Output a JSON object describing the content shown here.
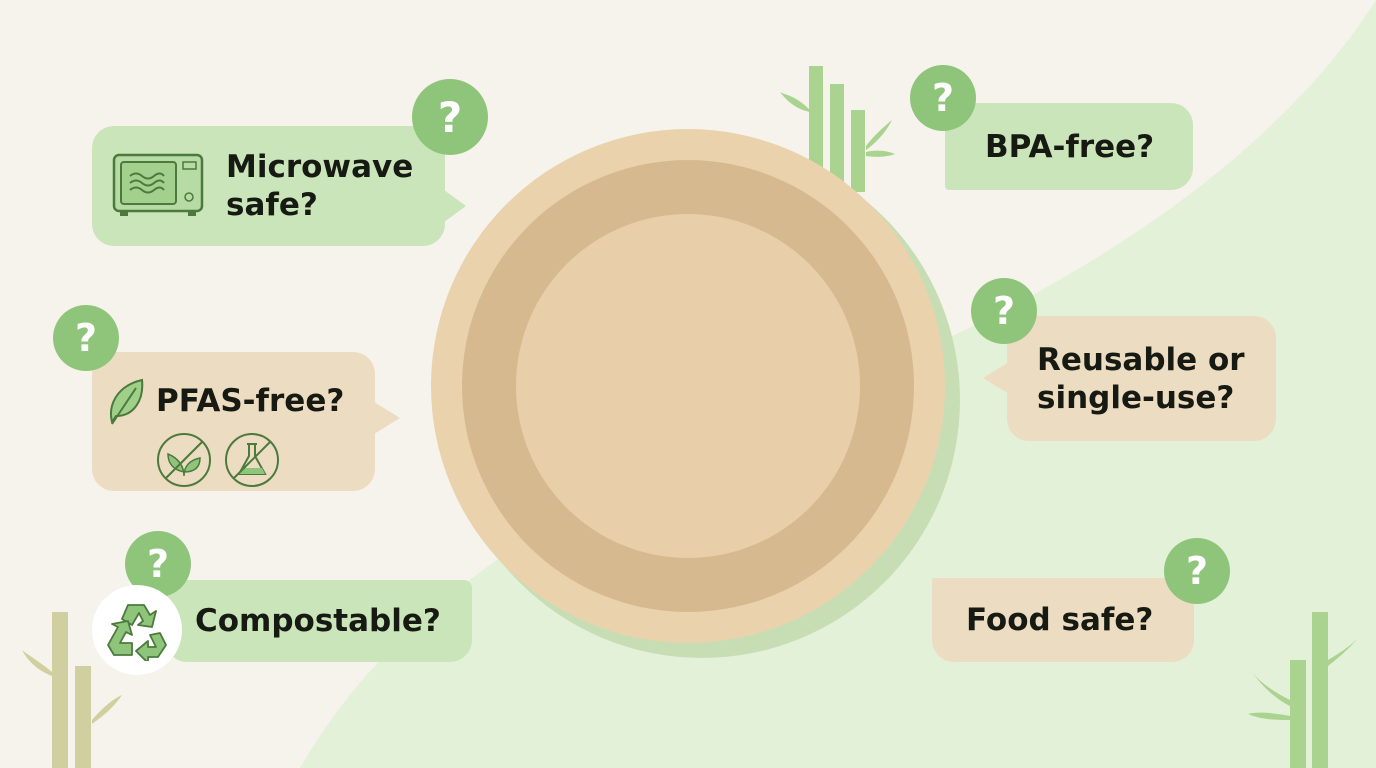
{
  "questions": {
    "microwave": "Microwave safe?",
    "pfas": "PFAS-free?",
    "compostable": "Compostable?",
    "bpa": "BPA-free?",
    "reusable": "Reusable or single-use?",
    "food_safe": "Food safe?"
  },
  "question_mark": "?",
  "icons": [
    "microwave-icon",
    "leaf-icon",
    "no-plant-icon",
    "no-chemical-icon",
    "recycle-icon",
    "bamboo-icon",
    "plate-icon",
    "question-icon"
  ],
  "colors": {
    "background": "#f6f3ec",
    "green_bubble": "#c9e5b9",
    "tan_bubble": "#ecdcc1",
    "question_badge": "#8fc57a",
    "plate_rim": "#ead2ad",
    "plate_ring": "#d7b98f",
    "plate_center": "#e8cfa9"
  }
}
